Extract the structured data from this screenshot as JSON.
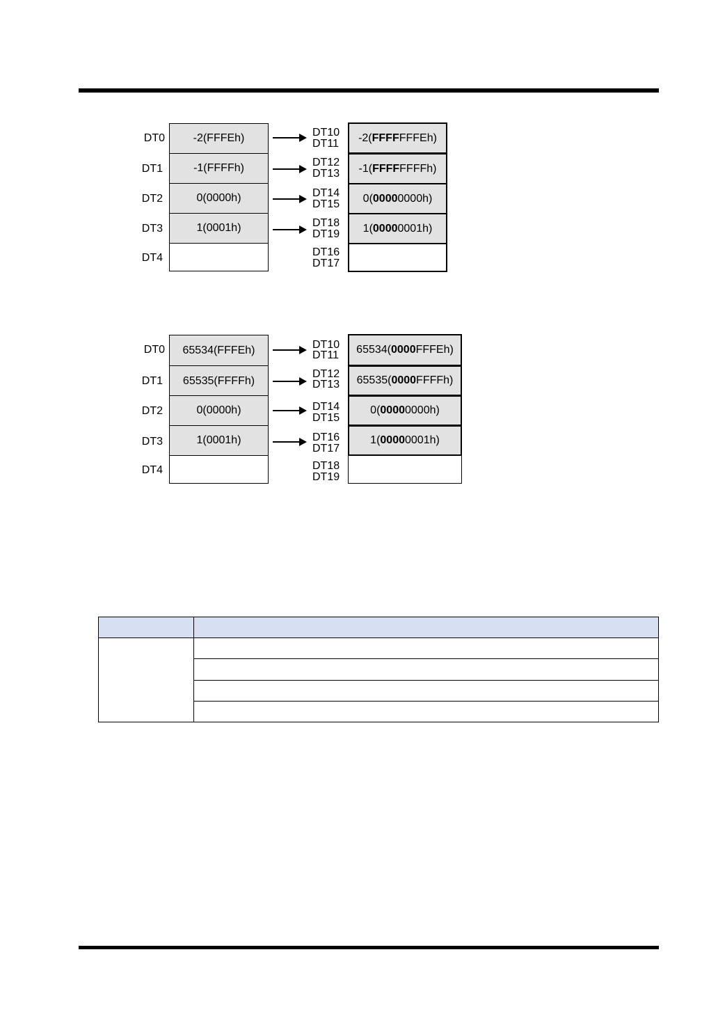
{
  "diagram1": {
    "source_labels": [
      "DT0",
      "DT1",
      "DT2",
      "DT3",
      "DT4"
    ],
    "source_cells": [
      "-2(FFFEh)",
      "-1(FFFFh)",
      "0(0000h)",
      "1(0001h)",
      ""
    ],
    "dest_labels": [
      [
        "DT10",
        "DT11"
      ],
      [
        "DT12",
        "DT13"
      ],
      [
        "DT14",
        "DT15"
      ],
      [
        "DT18",
        "DT19"
      ],
      [
        "DT16",
        "DT17"
      ]
    ],
    "dest_cells": [
      {
        "prefix": "-2(",
        "bold": "FFFF",
        "suffix": "FFFEh)"
      },
      {
        "prefix": "-1(",
        "bold": "FFFF",
        "suffix": "FFFFh)"
      },
      {
        "prefix": "0(",
        "bold": "0000",
        "suffix": "0000h)"
      },
      {
        "prefix": "1(",
        "bold": "0000",
        "suffix": "0001h)"
      },
      {
        "prefix": "",
        "bold": "",
        "suffix": ""
      }
    ]
  },
  "diagram2": {
    "source_labels": [
      "DT0",
      "DT1",
      "DT2",
      "DT3",
      "DT4"
    ],
    "source_cells": [
      "65534(FFFEh)",
      "65535(FFFFh)",
      "0(0000h)",
      "1(0001h)",
      ""
    ],
    "dest_labels": [
      [
        "DT10",
        "DT11"
      ],
      [
        "DT12",
        "DT13"
      ],
      [
        "DT14",
        "DT15"
      ],
      [
        "DT16",
        "DT17"
      ],
      [
        "DT18",
        "DT19"
      ]
    ],
    "dest_cells": [
      {
        "prefix": "65534(",
        "bold": "0000",
        "suffix": "FFFEh)"
      },
      {
        "prefix": "65535(",
        "bold": "0000",
        "suffix": "FFFFh)"
      },
      {
        "prefix": "0(",
        "bold": "0000",
        "suffix": "0000h)"
      },
      {
        "prefix": "1(",
        "bold": "0000",
        "suffix": "0001h)"
      },
      {
        "prefix": "",
        "bold": "",
        "suffix": ""
      }
    ]
  },
  "colors": {
    "cell_fill": "#e2e2e2",
    "table_header_fill": "#d6e0f2"
  }
}
